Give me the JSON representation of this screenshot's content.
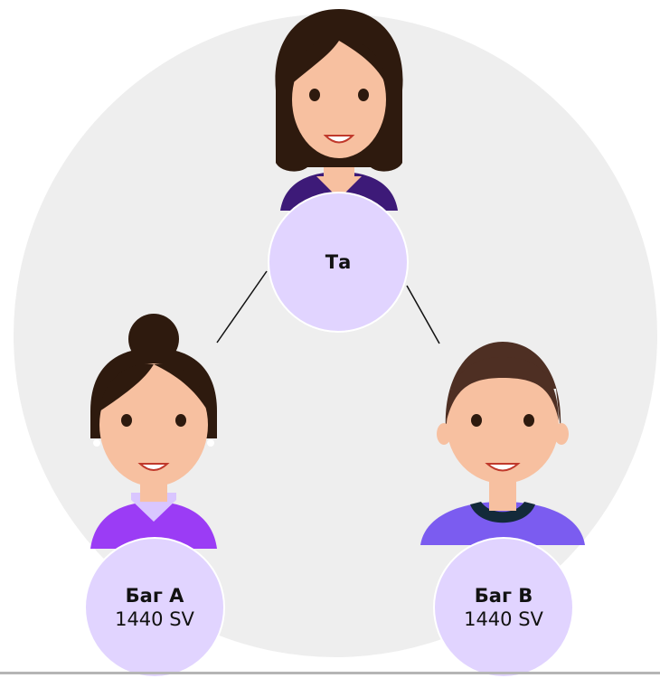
{
  "nodes": {
    "top": {
      "name": "Та"
    },
    "left": {
      "name": "Баг А",
      "value": "1440 SV"
    },
    "right": {
      "name": "Баг В",
      "value": "1440 SV"
    }
  },
  "colors": {
    "background_circle": "#eeeeee",
    "node_fill": "#e1d4ff",
    "connector": "#111111",
    "hair": "#2e1a0e",
    "skin": "#f7c0a0",
    "shirt_top": "#3d1a78",
    "shirt_left": "#9b3cf5",
    "shirt_right": "#7b5cf0"
  },
  "icons": {
    "top_avatar": "woman-long-hair-avatar",
    "left_avatar": "woman-bun-hair-avatar",
    "right_avatar": "man-avatar"
  }
}
